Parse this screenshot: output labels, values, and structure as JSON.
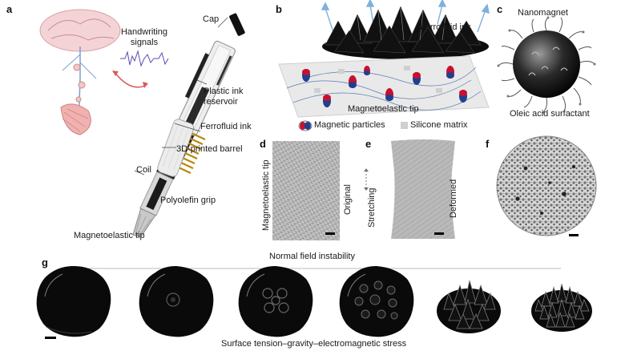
{
  "panel_labels": {
    "a": "a",
    "b": "b",
    "c": "c",
    "d": "d",
    "e": "e",
    "f": "f",
    "g": "g"
  },
  "panel_a": {
    "cap": "Cap",
    "handwriting_signals": "Handwriting signals",
    "plastic_ink_reservoir": "Plastic ink reservoir",
    "ferrofluid_ink": "Ferrofluid ink",
    "printed_barrel": "3D-printed barrel",
    "coil": "Coil",
    "polyolefin_grip": "Polyolefin grip",
    "magnetoelastic_tip": "Magnetoelastic tip"
  },
  "panel_b": {
    "ferrofluid_ink": "Ferrofluid ink",
    "magnetoelastic_tip": "Magnetoelastic tip",
    "magnetic_particles": "Magnetic particles",
    "silicone_matrix": "Silicone matrix"
  },
  "panel_c": {
    "nanomagnet": "Nanomagnet",
    "oleic_acid_surfactant": "Oleic acid surfactant"
  },
  "panel_d": {
    "magnetoelastic_tip": "Magnetoelastic tip",
    "original": "Original"
  },
  "panel_e": {
    "stretching": "Stretching",
    "deformed": "Deformed"
  },
  "panel_g": {
    "normal_field_instability": "Normal field instability",
    "surface_tension_stress": "Surface tension–gravity–electromagnetic stress"
  },
  "colors": {
    "coil": "#b8860b",
    "ferrofluid": "#0a0a0a",
    "particle_red": "#c8102e",
    "particle_blue": "#1f3f8f",
    "field_arrow": "#7fb0de"
  }
}
